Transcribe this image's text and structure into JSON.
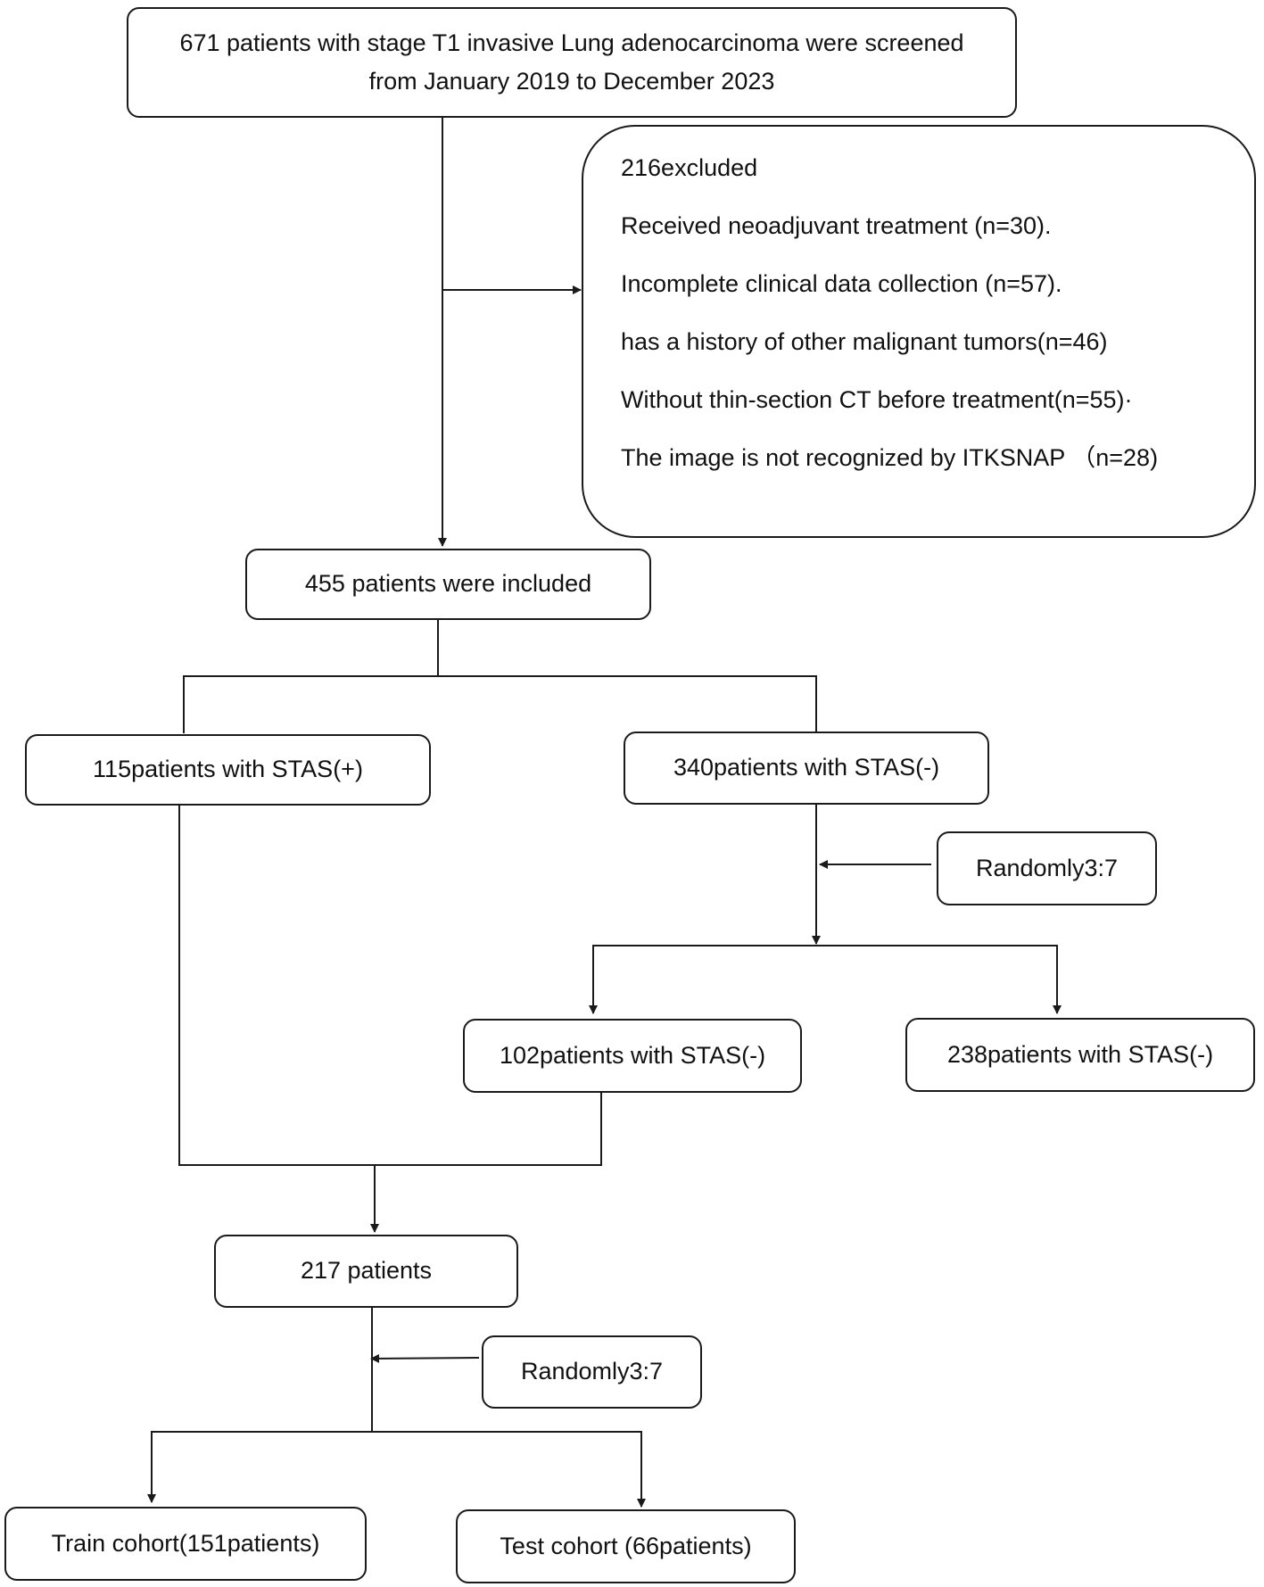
{
  "boxes": {
    "screened": {
      "line1": "671 patients with stage T1 invasive Lung adenocarcinoma were screened",
      "line2": "from January 2019 to December 2023"
    },
    "excluded": {
      "title": "216excluded",
      "reasons": [
        "Received neoadjuvant treatment (n=30).",
        "Incomplete clinical data collection (n=57).",
        "has a history of other malignant tumors(n=46)",
        "Without thin-section CT before treatment(n=55)·",
        "The image is not recognized by ITKSNAP （n=28)"
      ]
    },
    "included": "455 patients were included",
    "stas_pos": "115patients with STAS(+)",
    "stas_neg": "340patients with STAS(-)",
    "random_1": "Randomly3:7",
    "neg_102": "102patients with STAS(-)",
    "neg_238": "238patients with STAS(-)",
    "combined": "217 patients",
    "random_2": "Randomly3:7",
    "train": "Train cohort(151patients)",
    "test": "Test cohort (66patients)"
  },
  "colors": {
    "line": "#1a1a1a",
    "background": "#ffffff"
  }
}
